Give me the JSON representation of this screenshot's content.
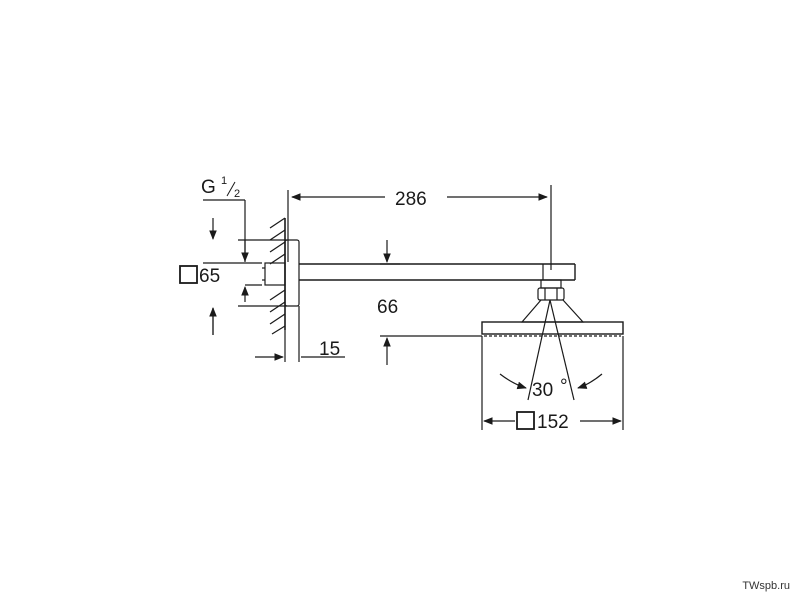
{
  "dimensions": {
    "arm_length": "286",
    "thread_letter": "G",
    "thread_num": "1",
    "thread_den": "2",
    "flange_size": "65",
    "drop": "66",
    "depth": "15",
    "spray_angle": "30",
    "angle_unit": "°",
    "head_size": "152"
  },
  "watermark": "TWspb.ru"
}
